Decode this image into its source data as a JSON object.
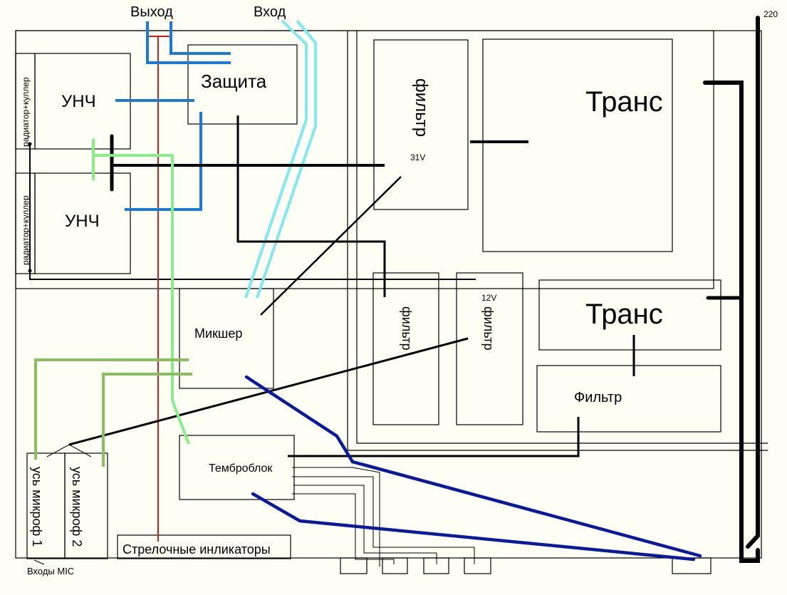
{
  "diagram": {
    "title": "Amplifier enclosure layout",
    "colors": {
      "background": "#fefef4",
      "outline": "#000000",
      "output_wire": "#1a7ad8",
      "input_wire": "#7fe8f0",
      "ground_wire": "#c81e1e",
      "mic_wire_light": "#88ee88",
      "mic_wire_dark": "#88c060",
      "speaker_wire": "#0a1aa0"
    },
    "labels": {
      "output": "Выход",
      "input": "Вход",
      "mains": "220",
      "protection": "Защита",
      "amp_top": "УНЧ",
      "amp_bottom": "УНЧ",
      "cooler_top": "радиатор+куллер",
      "cooler_bottom": "радиатор+куллер",
      "mixer": "Микшер",
      "tone_block": "Темброблок",
      "indicators": "Стрелочные инликаторы",
      "mic_amp_1": "усь микроф 1",
      "mic_amp_2": "усь микроф 2",
      "mic_inputs": "Входы MIC",
      "filter_31v": "фильтр",
      "filter_31v_voltage": "31V",
      "filter_mid": "фильтр",
      "filter_12v": "фильтр",
      "filter_12v_voltage": "12V",
      "trans_main": "Транс",
      "trans_small": "Транс",
      "filter_small": "Фильтр"
    }
  }
}
